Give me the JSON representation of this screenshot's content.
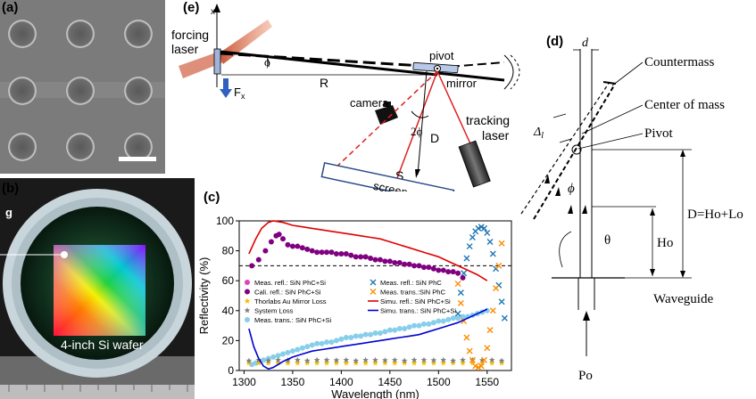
{
  "panels": {
    "a": {
      "label": "(a)"
    },
    "b": {
      "label": "(b)",
      "corner_label": "g",
      "wafer_text": "4-inch Si wafer"
    },
    "c": {
      "label": "(c)"
    },
    "d": {
      "label": "(d)"
    },
    "e": {
      "label": "(e)"
    }
  },
  "setup": {
    "x_axis": "x",
    "forcing_laser_1": "forcing",
    "forcing_laser_2": "laser",
    "phi": "ϕ",
    "pivot": "pivot",
    "mirror": "mirror",
    "R": "R",
    "Fx": "F",
    "Fx_sub": "x",
    "camera": "camera",
    "two_phi": "2ϕ",
    "D": "D",
    "S": "S",
    "screen": "screen",
    "tracking_1": "tracking",
    "tracking_2": "laser"
  },
  "diagram": {
    "d": "d",
    "countermass": "Countermass",
    "center_of_mass": "Center of mass",
    "pivot": "Pivot",
    "delta_l": "Δ",
    "delta_l_sub": "l",
    "phi": "ϕ",
    "D_eq": "D=Ho+Lo",
    "Ho": "Ho",
    "theta": "θ",
    "waveguide": "Waveguide",
    "Po": "Po"
  },
  "chart_data": {
    "type": "scatter",
    "xlabel": "Wavelength (nm)",
    "ylabel": "Reflectivity (%)",
    "xlim": [
      1295,
      1575
    ],
    "ylim": [
      0,
      100
    ],
    "xticks": [
      "1300",
      "1350",
      "1400",
      "1450",
      "1500",
      "1550"
    ],
    "yticks": [
      "0",
      "20",
      "40",
      "60",
      "80",
      "100"
    ],
    "reference_line": {
      "y": 70,
      "style": "dashed"
    },
    "legend_left": [
      {
        "name": "Meas. refl.: SiN PhC+Si",
        "color": "#e040c0",
        "marker": "dot"
      },
      {
        "name": "Cali. refl.: SiN PhC+Si",
        "color": "#800080",
        "marker": "dot"
      },
      {
        "name": "Thorlabs Au Mirror Loss",
        "color": "#f0c000",
        "marker": "star"
      },
      {
        "name": "System Loss",
        "color": "#808080",
        "marker": "star"
      },
      {
        "name": "Meas. trans.: SiN PhC+Si",
        "color": "#87ceeb",
        "marker": "dot"
      }
    ],
    "legend_right": [
      {
        "name": "Meas. refl.: SiN PhC",
        "color": "#1f77b4",
        "marker": "x"
      },
      {
        "name": "Meas. trans.:SiN PhC",
        "color": "#ff8c00",
        "marker": "x"
      },
      {
        "name": "Simu. refl.: SiN PhC+Si",
        "color": "#e00000",
        "marker": "line"
      },
      {
        "name": "Simu. trans.: SiN PhC+Si",
        "color": "#0000d0",
        "marker": "line"
      }
    ],
    "series": [
      {
        "name": "Cali. refl.: SiN PhC+Si",
        "color": "#800080",
        "x": [
          1308,
          1315,
          1322,
          1328,
          1333,
          1336,
          1340,
          1345,
          1350,
          1355,
          1360,
          1365,
          1370,
          1375,
          1380,
          1385,
          1390,
          1395,
          1400,
          1405,
          1410,
          1415,
          1420,
          1425,
          1430,
          1435,
          1440,
          1445,
          1450,
          1455,
          1460,
          1465,
          1470,
          1475,
          1480,
          1485,
          1490,
          1495,
          1500,
          1505,
          1510,
          1515,
          1520,
          1525
        ],
        "y": [
          70,
          74,
          80,
          86,
          90,
          91,
          88,
          84,
          83,
          83,
          82,
          81,
          80,
          79,
          79,
          79,
          79,
          78,
          78,
          78,
          77,
          76,
          76,
          76,
          75,
          74,
          74,
          73,
          73,
          72,
          72,
          71,
          71,
          70,
          70,
          69,
          69,
          68,
          67,
          67,
          66,
          66,
          65,
          62
        ]
      },
      {
        "name": "Meas. trans.: SiN PhC+Si",
        "color": "#87ceeb",
        "x": [
          1308,
          1312,
          1316,
          1320,
          1325,
          1330,
          1335,
          1340,
          1345,
          1350,
          1355,
          1360,
          1365,
          1370,
          1375,
          1380,
          1385,
          1390,
          1395,
          1400,
          1405,
          1410,
          1415,
          1420,
          1425,
          1430,
          1435,
          1440,
          1445,
          1450,
          1455,
          1460,
          1465,
          1470,
          1475,
          1480,
          1485,
          1490,
          1495,
          1500,
          1505,
          1510,
          1515,
          1520,
          1525,
          1530,
          1535,
          1540,
          1545,
          1550
        ],
        "y": [
          4,
          5,
          6,
          7,
          8,
          9,
          10,
          11,
          12,
          13,
          14,
          15,
          16,
          17,
          18,
          18,
          19,
          19,
          20,
          21,
          22,
          22,
          23,
          23,
          24,
          24,
          25,
          25,
          26,
          27,
          27,
          28,
          28,
          29,
          30,
          30,
          31,
          31,
          32,
          33,
          33,
          34,
          35,
          35,
          36,
          36,
          37,
          38,
          39,
          40
        ]
      },
      {
        "name": "Thorlabs Au Mirror Loss",
        "color": "#f0c000",
        "x": [
          1305,
          1315,
          1325,
          1335,
          1345,
          1355,
          1365,
          1375,
          1385,
          1395,
          1405,
          1415,
          1425,
          1435,
          1445,
          1455,
          1465,
          1475,
          1485,
          1495,
          1505,
          1515,
          1525,
          1535,
          1545,
          1555,
          1565
        ],
        "y": [
          5,
          5,
          5,
          5,
          5,
          5,
          5,
          5,
          5,
          5,
          5,
          5,
          5,
          5,
          5,
          5,
          5,
          5,
          5,
          5,
          5,
          5,
          5,
          5,
          5,
          5,
          5
        ]
      },
      {
        "name": "System Loss",
        "color": "#808080",
        "x": [
          1305,
          1315,
          1325,
          1335,
          1345,
          1355,
          1365,
          1375,
          1385,
          1395,
          1405,
          1415,
          1425,
          1435,
          1445,
          1455,
          1465,
          1475,
          1485,
          1495,
          1505,
          1515,
          1525,
          1535,
          1545,
          1555,
          1565
        ],
        "y": [
          6.5,
          7,
          6.5,
          7,
          6.8,
          7,
          6.5,
          7,
          7,
          6.8,
          7,
          6.5,
          7,
          7,
          6.8,
          7,
          6.5,
          7,
          7,
          6.8,
          7,
          6.5,
          7,
          7,
          6.8,
          7,
          6.5
        ]
      },
      {
        "name": "Meas. refl.: SiN PhC",
        "color": "#1f77b4",
        "x": [
          1520,
          1523,
          1526,
          1529,
          1532,
          1535,
          1538,
          1541,
          1544,
          1547,
          1550,
          1553,
          1556,
          1559,
          1562,
          1565,
          1568
        ],
        "y": [
          38,
          52,
          65,
          75,
          83,
          89,
          93,
          95,
          96,
          95,
          92,
          86,
          78,
          68,
          57,
          46,
          35
        ]
      },
      {
        "name": "Meas. trans.:SiN PhC",
        "color": "#ff8c00",
        "x": [
          1520,
          1523,
          1526,
          1529,
          1532,
          1535,
          1538,
          1541,
          1544,
          1547,
          1550,
          1553,
          1556,
          1559,
          1562,
          1565
        ],
        "y": [
          58,
          45,
          33,
          22,
          13,
          7,
          3,
          2,
          3,
          7,
          15,
          27,
          40,
          55,
          70,
          85
        ]
      },
      {
        "name": "Simu. refl.: SiN PhC+Si",
        "color": "#e00000",
        "x": [
          1305,
          1312,
          1318,
          1325,
          1330,
          1340,
          1350,
          1360,
          1370,
          1380,
          1390,
          1400,
          1410,
          1420,
          1430,
          1440,
          1450,
          1460,
          1470,
          1480,
          1490,
          1500,
          1510,
          1520,
          1530,
          1540,
          1545,
          1550
        ],
        "y": [
          78,
          88,
          95,
          99,
          100,
          99,
          97,
          96,
          95,
          94,
          93,
          92,
          91,
          90,
          89,
          88,
          86,
          84,
          82,
          80,
          78,
          76,
          73,
          70,
          67,
          64,
          62,
          60
        ]
      },
      {
        "name": "Simu. trans.: SiN PhC+Si",
        "color": "#0000d0",
        "x": [
          1305,
          1310,
          1315,
          1320,
          1325,
          1330,
          1335,
          1340,
          1350,
          1360,
          1370,
          1380,
          1390,
          1400,
          1410,
          1420,
          1430,
          1440,
          1450,
          1460,
          1470,
          1480,
          1490,
          1500,
          1510,
          1520,
          1530,
          1540,
          1550
        ],
        "y": [
          28,
          16,
          8,
          3,
          1,
          2,
          4,
          6,
          9,
          11,
          13,
          14,
          15,
          16,
          17,
          18,
          19,
          20,
          21,
          22,
          23,
          24,
          26,
          28,
          30,
          32,
          35,
          38,
          41
        ]
      }
    ]
  }
}
